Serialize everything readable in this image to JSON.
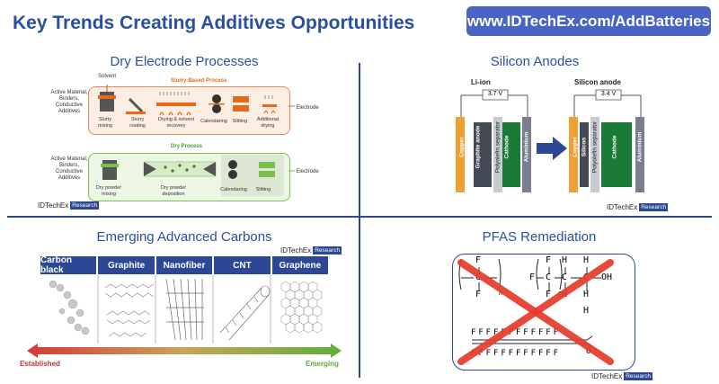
{
  "header": {
    "title": "Key Trends Creating Additives Opportunities",
    "url": "www.IDTechEx.com/AddBatteries"
  },
  "logo": {
    "brand": "IDTechEx",
    "tag": "Research"
  },
  "dry_electrode": {
    "title": "Dry Electrode Processes",
    "slurry": {
      "label": "Slurry-Based Process",
      "inputs": "Active Material, Binders, Conductive Additives",
      "solvent": "Solvent",
      "steps": [
        "Slurry mixing",
        "Slurry coating",
        "Drying & solvent recovery",
        "Calendaring",
        "Slitting",
        "Additional drying"
      ],
      "output": "Electrode"
    },
    "dry": {
      "label": "Dry Process",
      "inputs": "Active Material, Binders, Conductive Additives",
      "steps": [
        "Dry powder mixing",
        "Dry powder deposition",
        "Calendaring",
        "Slitting"
      ],
      "output": "Electrode"
    }
  },
  "silicon": {
    "title": "Silicon Anodes",
    "liion": {
      "label": "Li-ion",
      "voltage": "3.7 V",
      "layers": [
        "Copper",
        "Graphite anode",
        "Polyolefin separator",
        "Cathode",
        "Aluminium"
      ]
    },
    "si": {
      "label": "Silicon anode",
      "voltage": "3.4 V",
      "layers": [
        "Copper",
        "Silicon",
        "Polyolefin separator",
        "Cathode",
        "Aluminium"
      ]
    },
    "colors": {
      "copper": "#f0a030",
      "anode": "#444a55",
      "separator": "#c8cbd2",
      "cathode": "#1a7a36",
      "aluminium": "#7a7f8e",
      "arrow": "#2b4796"
    }
  },
  "carbons": {
    "title": "Emerging Advanced Carbons",
    "columns": [
      "Carbon black",
      "Graphite",
      "Nanofiber",
      "CNT",
      "Graphene"
    ],
    "scale": {
      "left": "Established",
      "right": "Emerging"
    }
  },
  "pfas": {
    "title": "PFAS Remediation",
    "top": {
      "f": "F",
      "c": "C",
      "h": "H",
      "oh": "OH",
      "n": "n"
    },
    "bottom": {
      "f": "F",
      "o": "O"
    }
  }
}
